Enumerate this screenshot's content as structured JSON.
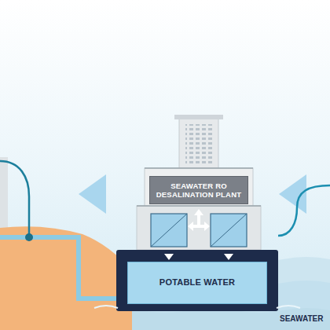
{
  "diagram": {
    "nodes": [
      {
        "text": [
          "SEAWATER RO DESALINATION PLANT"
        ]
      },
      {
        "text": [
          "POTABLE WATER"
        ]
      }
    ],
    "labels": [
      "SEAWATER"
    ]
  }
}
